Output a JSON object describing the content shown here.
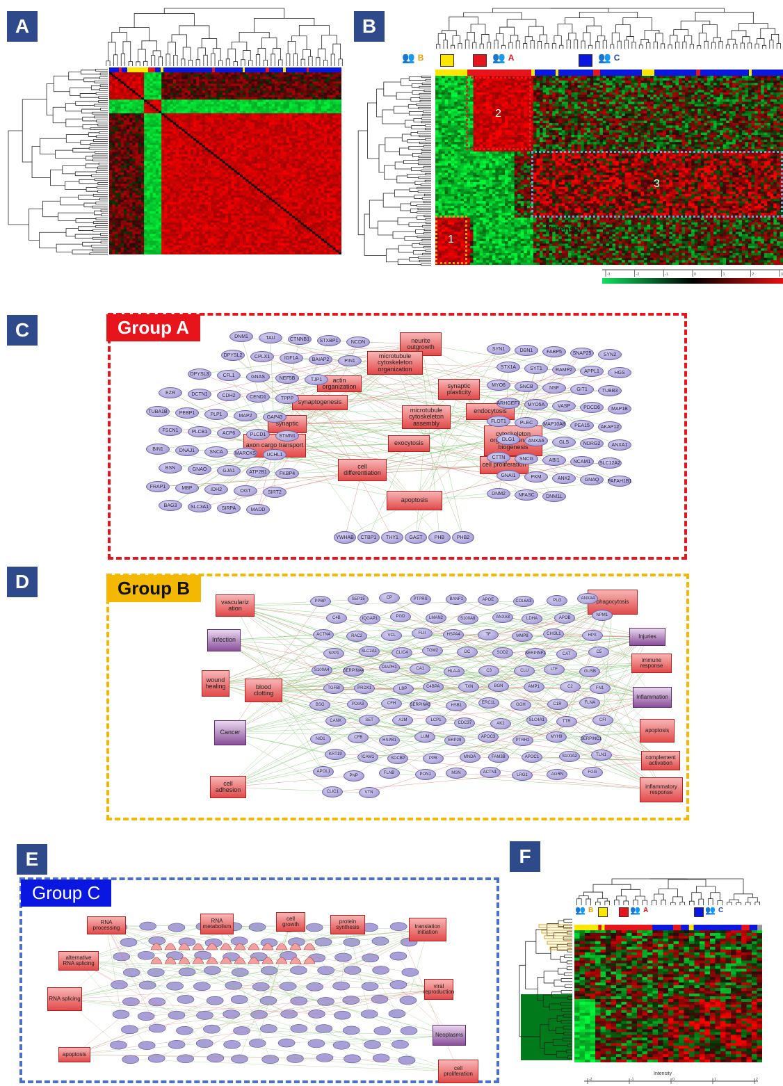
{
  "panels": {
    "A": "A",
    "B": "B",
    "C": "C",
    "D": "D",
    "E": "E",
    "F": "F"
  },
  "colors": {
    "yellow": "#ffe600",
    "red": "#e8141b",
    "blue": "#0a17e0",
    "gray": "#999999",
    "greenHeat": "#10d060",
    "redHeat": "#e81010"
  },
  "panelB": {
    "legend": {
      "b": "B",
      "a": "A",
      "c": "C"
    },
    "clusters": [
      "2",
      "3",
      "1"
    ],
    "overlay": "Intensity",
    "scale": {
      "ticks": [
        "-3",
        "-2",
        "-1",
        "0",
        "1",
        "2",
        "3"
      ]
    }
  },
  "panelC": {
    "title": "Group A",
    "processes": [
      "neurite outgrowth",
      "actin organization",
      "microtubule cytoskeleton organization",
      "synaptic plasticity",
      "synaptogenesis",
      "microtubule cytoskeleton assembly",
      "endocytosis",
      "synaptic",
      "axon cargo transport",
      "exocytosis",
      "cytoskeleton organization and biogenesis",
      "cell differentiation",
      "cell proliferation",
      "apoptosis"
    ],
    "genesLeft": [
      "DNM1",
      "TAU",
      "CTNNB1",
      "STXBP1",
      "NCDN",
      "DPYSL2",
      "CPLX1",
      "IGF1A",
      "BAIAP2",
      "PIN1",
      "DPYSL3",
      "CFL1",
      "GNAS",
      "NEF5B",
      "TJP1",
      "EZR",
      "DCTN1",
      "CDH2",
      "CEND1",
      "TPPP",
      "TUBA1B",
      "PEBP1",
      "PLP1",
      "MAP2",
      "GAP43",
      "FSCN1",
      "PLCB1",
      "ACP6",
      "PLCD1",
      "STMN1",
      "BIN1",
      "DNAJ1",
      "SNCA",
      "MARCKS",
      "UCHL1",
      "BSN",
      "GNAO",
      "GJA1",
      "ATP2B1",
      "FKBP4",
      "FRAP1",
      "MBP",
      "IDH2",
      "OGT",
      "SIRT2",
      "BAG3",
      "SLC3A1",
      "SIRPA",
      "MADD"
    ],
    "genesRight": [
      "SYN1",
      "DBN1",
      "FABP5",
      "SNAP25",
      "SYN2",
      "STX1A",
      "SYT1",
      "RAMP2",
      "APPL1",
      "HGS",
      "MYO6",
      "SNCB",
      "NSF",
      "GIT1",
      "TUBB3",
      "ARHGEF7",
      "MYO5A",
      "VASP",
      "PDCD6",
      "MAP1B",
      "FLOT1",
      "PLEC",
      "MAP10A8",
      "PEA15",
      "AKAP12",
      "DLG1",
      "ANXA6",
      "GLS",
      "NDRG2",
      "ANXA1",
      "CTTN",
      "SNCG",
      "ABI1",
      "NCAM1",
      "SLC12A2",
      "GNAI1",
      "PKM",
      "ANK2",
      "GNAQ",
      "PAFAH1B1",
      "DNM2",
      "NFASC",
      "DNM1L"
    ],
    "genesBottom": [
      "YWHAB",
      "CTBP1",
      "THY1",
      "GAST",
      "PHB",
      "PHB2"
    ]
  },
  "panelD": {
    "title": "Group B",
    "processesLeft": [
      "vasculariz ation",
      "Infection",
      "wound healing",
      "blood clotting",
      "Cancer",
      "cell adhesion"
    ],
    "processesRight": [
      "phagocytosis",
      "Injuries",
      "immune response",
      "Inflammation",
      "apoptosis",
      "complement activation",
      "inflammatory response"
    ],
    "genes": [
      "PPBP",
      "SEP15",
      "CP",
      "PTPRS",
      "BANF1",
      "APOE",
      "COL6A3",
      "PLG",
      "ANXA4",
      "C4B",
      "IQGAP1",
      "PGD",
      "LMAN2",
      "S100A8",
      "ANXA3",
      "LDHA",
      "APOB",
      "NPM1",
      "ACTN4",
      "RAC2",
      "VCL",
      "FLII",
      "HSPA4",
      "TF",
      "MMP8",
      "CHI3L1",
      "HPX",
      "SPP1",
      "SLC2A1",
      "CLIC4",
      "TGM2",
      "GC",
      "SOD2",
      "SERPINF2",
      "CAT",
      "C5",
      "S100A4",
      "SERPINA4",
      "DIAPH1",
      "CA1",
      "HLA-A",
      "C3",
      "CLU",
      "LTF",
      "GUSB",
      "TGFBI",
      "PRDX1",
      "LBP",
      "C4BPA",
      "TXN",
      "BGN",
      "AMP1",
      "C2",
      "FN1",
      "BSG",
      "PDIA3",
      "CFH",
      "SERPINA3",
      "HSB1",
      "ERC1L",
      "GGH",
      "C1R",
      "FLNA",
      "CANX",
      "SET",
      "A2M",
      "LCP1",
      "CDC37",
      "AK2",
      "SLC4A1",
      "TTR",
      "CFI",
      "NID1",
      "CFB",
      "HSPB1",
      "LUM",
      "ERP29",
      "APOC3",
      "PTRH2",
      "MYH9",
      "SERPINC1",
      "KRT19",
      "ICAM1",
      "SDCBP",
      "PPB",
      "MNDA",
      "FAM3B",
      "APOC1",
      "S100A2",
      "TLN1",
      "APOL1",
      "PNP",
      "FLNB",
      "PON1",
      "MSN",
      "ACTN1",
      "LRG1",
      "AGRN",
      "FGG",
      "CLIC1",
      "VTN"
    ]
  },
  "panelE": {
    "title": "Group C",
    "processesLeft": [
      "RNA processing",
      "alternative RNA splicing",
      "RNA splicing",
      "apoptosis"
    ],
    "processesTop": [
      "RNA metabolism",
      "cell growth",
      "protein synthesis"
    ],
    "processesRight": [
      "translation initiation",
      "viral reproduction",
      "Neoplasms",
      "cell proliferation"
    ]
  },
  "panelF": {
    "legend": {
      "b": "B",
      "a": "A",
      "c": "C"
    },
    "scale": {
      "title": "Intensity",
      "ticks": [
        "-2",
        "-1",
        "0",
        "1",
        "2"
      ]
    }
  }
}
